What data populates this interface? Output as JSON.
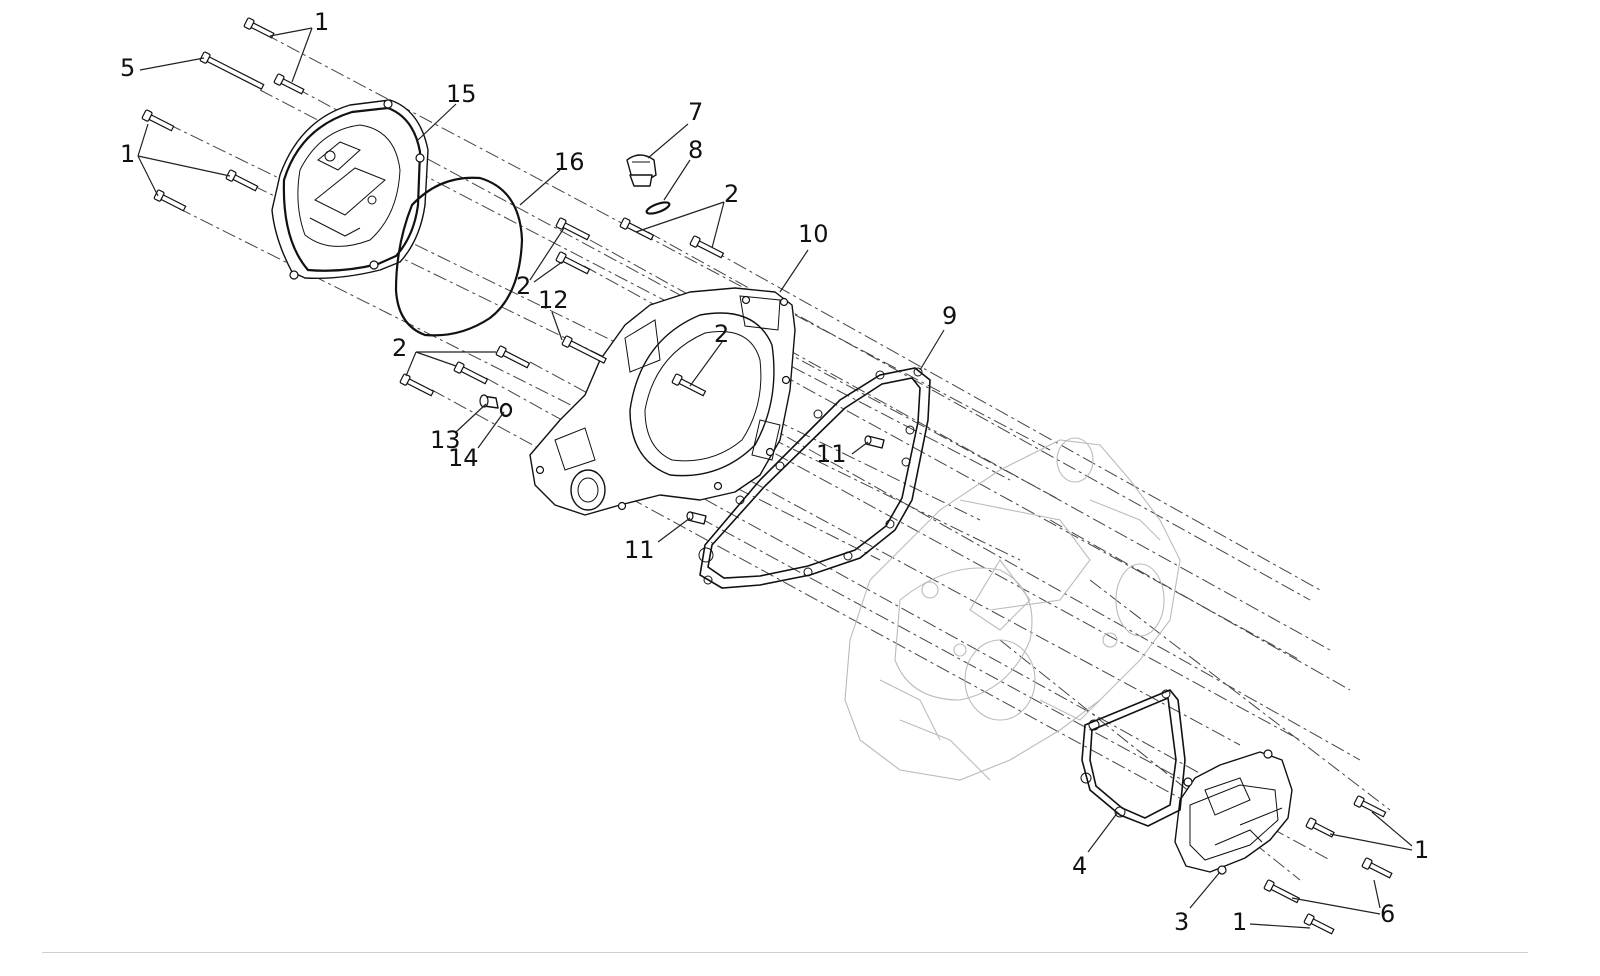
{
  "diagram": {
    "callouts": [
      "1",
      "5",
      "15",
      "16",
      "7",
      "8",
      "2",
      "10",
      "12",
      "9",
      "13",
      "14",
      "11",
      "4",
      "3",
      "6"
    ]
  },
  "icons": {
    "bolt": "bolt-icon",
    "plug": "oil-plug-icon",
    "dowel": "dowel-pin-icon",
    "washer": "washer-icon"
  },
  "colors": {
    "line": "#111111",
    "ghost": "#bbbbbb",
    "axis": "#444444"
  }
}
